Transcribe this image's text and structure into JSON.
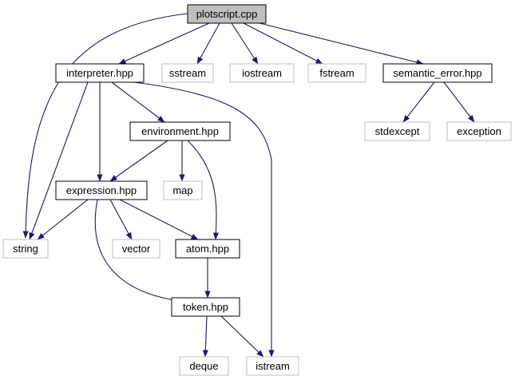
{
  "colors": {
    "edge": "#191970",
    "root_fill": "#bfbfbf",
    "documented_border": "#000000",
    "external_border": "#bfbfbf",
    "node_fill": "#ffffff"
  },
  "nodes": [
    {
      "id": "plotscript_cpp",
      "label": "plotscript.cpp",
      "kind": "root"
    },
    {
      "id": "interpreter_hpp",
      "label": "interpreter.hpp",
      "kind": "documented"
    },
    {
      "id": "sstream",
      "label": "sstream",
      "kind": "external"
    },
    {
      "id": "iostream",
      "label": "iostream",
      "kind": "external"
    },
    {
      "id": "fstream",
      "label": "fstream",
      "kind": "external"
    },
    {
      "id": "semantic_error_hpp",
      "label": "semantic_error.hpp",
      "kind": "documented"
    },
    {
      "id": "environment_hpp",
      "label": "environment.hpp",
      "kind": "documented"
    },
    {
      "id": "stdexcept",
      "label": "stdexcept",
      "kind": "external"
    },
    {
      "id": "exception",
      "label": "exception",
      "kind": "external"
    },
    {
      "id": "expression_hpp",
      "label": "expression.hpp",
      "kind": "documented"
    },
    {
      "id": "map",
      "label": "map",
      "kind": "external"
    },
    {
      "id": "string",
      "label": "string",
      "kind": "external"
    },
    {
      "id": "vector",
      "label": "vector",
      "kind": "external"
    },
    {
      "id": "atom_hpp",
      "label": "atom.hpp",
      "kind": "documented"
    },
    {
      "id": "token_hpp",
      "label": "token.hpp",
      "kind": "documented"
    },
    {
      "id": "deque",
      "label": "deque",
      "kind": "external"
    },
    {
      "id": "istream",
      "label": "istream",
      "kind": "external"
    }
  ],
  "edges": [
    {
      "from": "plotscript_cpp",
      "to": "string"
    },
    {
      "from": "plotscript_cpp",
      "to": "interpreter_hpp"
    },
    {
      "from": "plotscript_cpp",
      "to": "sstream"
    },
    {
      "from": "plotscript_cpp",
      "to": "iostream"
    },
    {
      "from": "plotscript_cpp",
      "to": "fstream"
    },
    {
      "from": "plotscript_cpp",
      "to": "semantic_error_hpp"
    },
    {
      "from": "interpreter_hpp",
      "to": "string"
    },
    {
      "from": "interpreter_hpp",
      "to": "environment_hpp"
    },
    {
      "from": "interpreter_hpp",
      "to": "expression_hpp"
    },
    {
      "from": "interpreter_hpp",
      "to": "istream"
    },
    {
      "from": "semantic_error_hpp",
      "to": "stdexcept"
    },
    {
      "from": "semantic_error_hpp",
      "to": "exception"
    },
    {
      "from": "environment_hpp",
      "to": "expression_hpp"
    },
    {
      "from": "environment_hpp",
      "to": "map"
    },
    {
      "from": "environment_hpp",
      "to": "atom_hpp"
    },
    {
      "from": "expression_hpp",
      "to": "string"
    },
    {
      "from": "expression_hpp",
      "to": "vector"
    },
    {
      "from": "expression_hpp",
      "to": "atom_hpp"
    },
    {
      "from": "expression_hpp",
      "to": "token_hpp"
    },
    {
      "from": "atom_hpp",
      "to": "token_hpp"
    },
    {
      "from": "token_hpp",
      "to": "deque"
    },
    {
      "from": "token_hpp",
      "to": "istream"
    }
  ]
}
